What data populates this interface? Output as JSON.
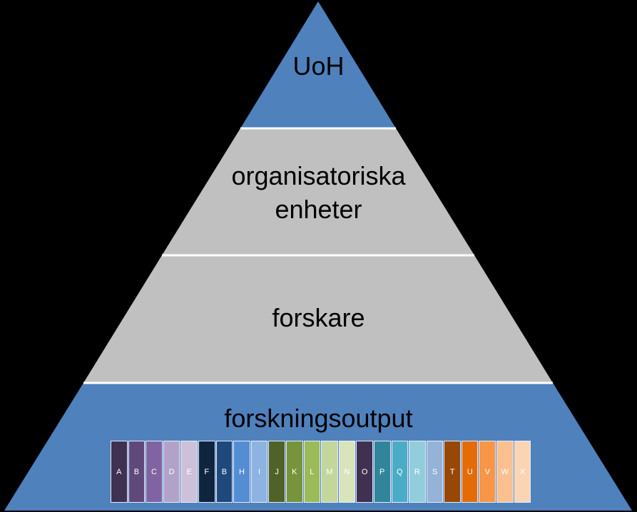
{
  "levels": {
    "top": "UoH",
    "second_line1": "organisatoriska",
    "second_line2": "enheter",
    "third": "forskare",
    "bottom": "forskningsoutput"
  },
  "colors": {
    "background": "#000000",
    "blue_level": "#4f81bd",
    "gray_level": "#c0c0c0",
    "separator": "#ffffff"
  },
  "tiles": [
    {
      "letter": "A",
      "color": "#3f3151"
    },
    {
      "letter": "B",
      "color": "#5f497a"
    },
    {
      "letter": "C",
      "color": "#8064a2"
    },
    {
      "letter": "D",
      "color": "#b2a2c7"
    },
    {
      "letter": "E",
      "color": "#ccc1d9"
    },
    {
      "letter": "F",
      "color": "#0f243e"
    },
    {
      "letter": "B",
      "color": "#1f497d"
    },
    {
      "letter": "H",
      "color": "#548dd4"
    },
    {
      "letter": "I",
      "color": "#8db3e2"
    },
    {
      "letter": "J",
      "color": "#4f6228"
    },
    {
      "letter": "K",
      "color": "#77933c"
    },
    {
      "letter": "L",
      "color": "#9bbb59"
    },
    {
      "letter": "M",
      "color": "#c3d69b"
    },
    {
      "letter": "N",
      "color": "#d7e4bc"
    },
    {
      "letter": "O",
      "color": "#3f3151"
    },
    {
      "letter": "P",
      "color": "#31859b"
    },
    {
      "letter": "Q",
      "color": "#4bacc6"
    },
    {
      "letter": "R",
      "color": "#92cddc"
    },
    {
      "letter": "S",
      "color": "#95b3d7"
    },
    {
      "letter": "T",
      "color": "#974806"
    },
    {
      "letter": "U",
      "color": "#e36c09"
    },
    {
      "letter": "V",
      "color": "#f79646"
    },
    {
      "letter": "W",
      "color": "#fac08f"
    },
    {
      "letter": "X",
      "color": "#fbd4b4"
    }
  ]
}
